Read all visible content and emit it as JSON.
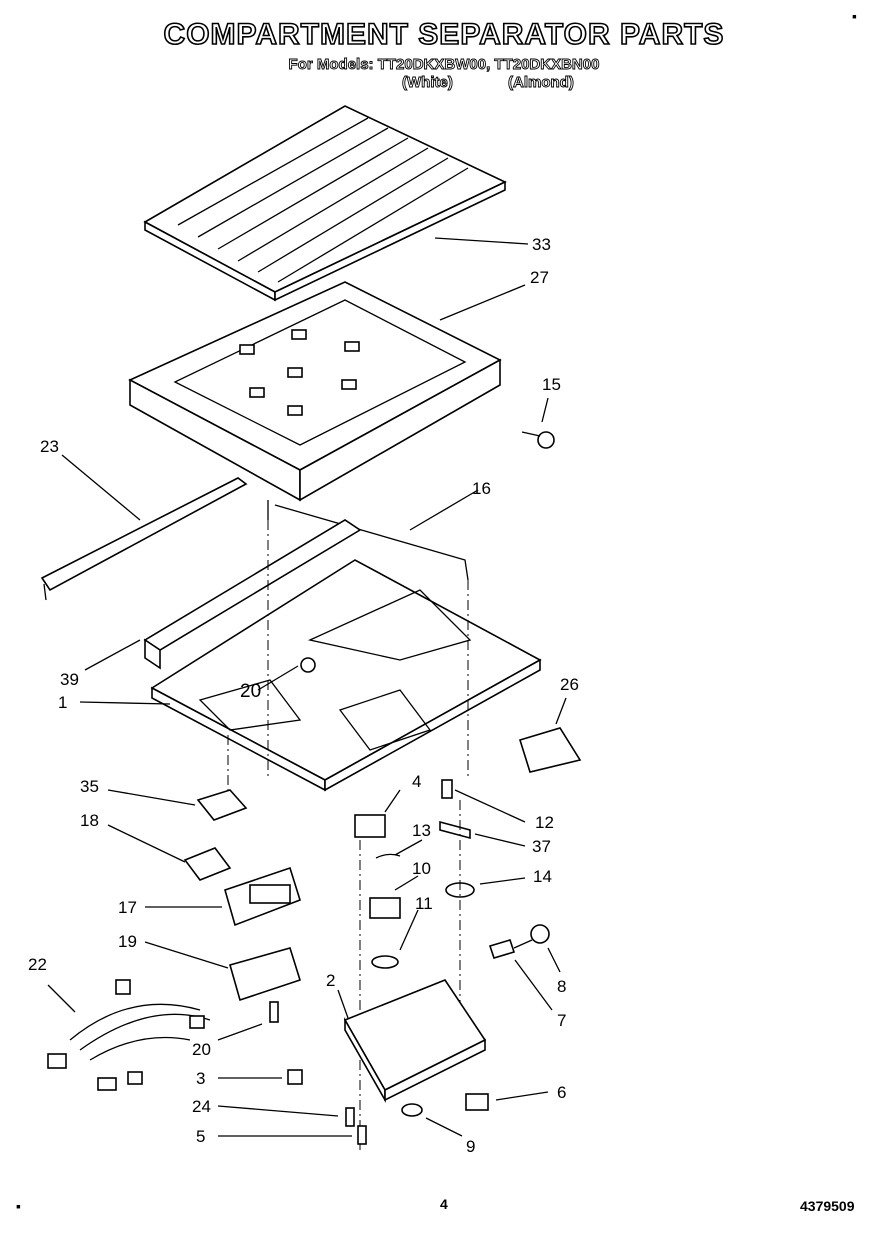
{
  "header": {
    "title": "COMPARTMENT SEPARATOR PARTS",
    "models": "For Models: TT20DKXBW00, TT20DKXBN00",
    "variant_white": "(White)",
    "variant_almond": "(Almond)"
  },
  "corner_marks": {
    "top_right": "▪",
    "bottom_left": "▪"
  },
  "callouts": [
    "33",
    "27",
    "15",
    "23",
    "16",
    "39",
    "20",
    "1",
    "26",
    "4",
    "35",
    "12",
    "18",
    "13",
    "37",
    "10",
    "14",
    "17",
    "11",
    "19",
    "22",
    "8",
    "2",
    "7",
    "20",
    "3",
    "6",
    "24",
    "9",
    "5"
  ],
  "footer": {
    "page_number": "4",
    "doc_number": "4379509"
  }
}
